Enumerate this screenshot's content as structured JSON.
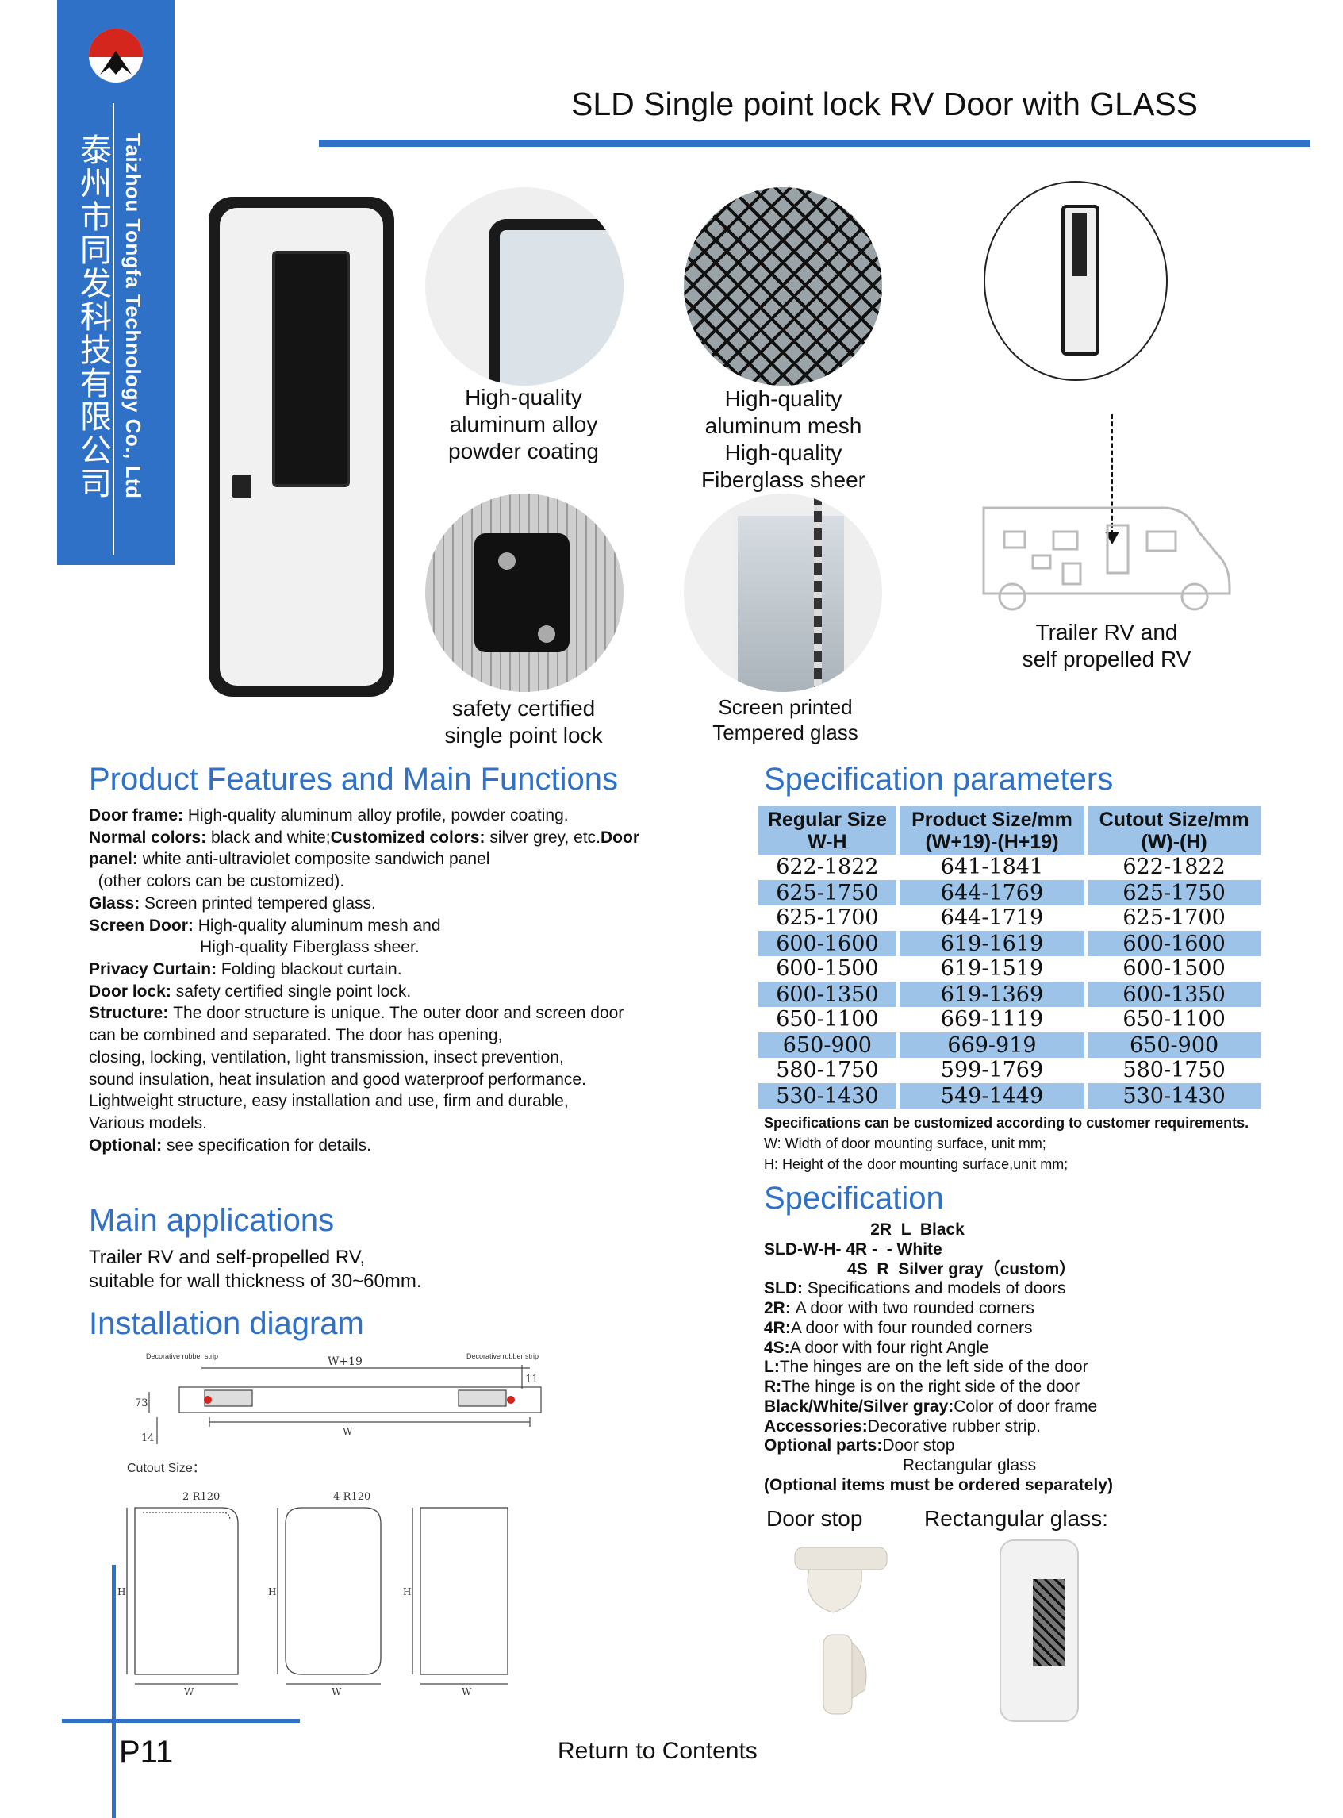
{
  "company": {
    "name_en": "Taizhou Tongfa Technology Co., Ltd",
    "name_cn": "泰州市同发科技有限公司"
  },
  "title": "SLD Single point lock RV Door with GLASS",
  "captions": {
    "alloy": "High-quality\naluminum alloy\npowder coating",
    "mesh": "High-quality\naluminum mesh\nHigh-quality\nFiberglass sheer",
    "lock": "safety certified\nsingle point lock",
    "glass": "Screen printed\nTempered glass",
    "rv": "Trailer RV and\nself propelled RV"
  },
  "features": {
    "heading": "Product Features and Main Functions",
    "lines": [
      [
        {
          "b": "Door frame: "
        },
        {
          "t": "High-quality aluminum alloy profile, powder coating."
        }
      ],
      [
        {
          "b": "Normal colors: "
        },
        {
          "t": "black and white;"
        },
        {
          "b": "Customized colors: "
        },
        {
          "t": "silver grey, etc."
        },
        {
          "b": "Door"
        }
      ],
      [
        {
          "b": "panel: "
        },
        {
          "t": "white anti-ultraviolet composite sandwich panel"
        }
      ],
      [
        {
          "t": "  (other colors can be customized)."
        }
      ],
      [
        {
          "b": "Glass: "
        },
        {
          "t": "Screen printed tempered glass."
        }
      ],
      [
        {
          "b": "Screen Door: "
        },
        {
          "t": "High-quality aluminum mesh and"
        }
      ],
      [
        {
          "t": "                        High-quality Fiberglass sheer."
        }
      ],
      [
        {
          "b": "Privacy Curtain: "
        },
        {
          "t": "Folding blackout curtain."
        }
      ],
      [
        {
          "b": "Door lock: "
        },
        {
          "t": "safety certified single point lock."
        }
      ],
      [
        {
          "b": "Structure: "
        },
        {
          "t": "The door structure is unique. The outer door and screen door"
        }
      ],
      [
        {
          "t": "can be combined and separated. The door has opening,"
        }
      ],
      [
        {
          "t": "closing, locking, ventilation, light transmission, insect prevention,"
        }
      ],
      [
        {
          "t": "sound insulation, heat insulation and good waterproof performance."
        }
      ],
      [
        {
          "t": "Lightweight structure, easy installation and use, firm and durable,"
        }
      ],
      [
        {
          "t": "Various models."
        }
      ],
      [
        {
          "b": "Optional: "
        },
        {
          "t": "see specification for details."
        }
      ]
    ]
  },
  "applications": {
    "heading": "Main applications",
    "lines": [
      "Trailer RV and self-propelled RV,",
      "suitable for wall thickness of 30~60mm."
    ]
  },
  "installation": {
    "heading": "Installation diagram",
    "labels": {
      "strip_left": "Decorative rubber strip",
      "strip_right": "Decorative rubber strip",
      "w19": "W+19",
      "w": "W",
      "d73": "73",
      "d14": "14",
      "d11": "11",
      "cutout": "Cutout Size：",
      "r2": "2-R120",
      "r4": "4-R120",
      "h": "H"
    }
  },
  "spec_params": {
    "heading": "Specification parameters",
    "headers": [
      [
        "Regular Size",
        "W-H"
      ],
      [
        "Product Size/mm",
        "(W+19)-(H+19)"
      ],
      [
        "Cutout Size/mm",
        "(W)-(H)"
      ]
    ],
    "rows": [
      [
        "622-1822",
        "641-1841",
        "622-1822"
      ],
      [
        "625-1750",
        "644-1769",
        "625-1750"
      ],
      [
        "625-1700",
        "644-1719",
        "625-1700"
      ],
      [
        "600-1600",
        "619-1619",
        "600-1600"
      ],
      [
        "600-1500",
        "619-1519",
        "600-1500"
      ],
      [
        "600-1350",
        "619-1369",
        "600-1350"
      ],
      [
        "650-1100",
        "669-1119",
        "650-1100"
      ],
      [
        "650-900",
        "669-919",
        "650-900"
      ],
      [
        "580-1750",
        "599-1769",
        "580-1750"
      ],
      [
        "530-1430",
        "549-1449",
        "530-1430"
      ]
    ],
    "note_bold": "Specifications can be customized according to customer requirements.",
    "note_w": "W: Width of door mounting surface, unit mm;",
    "note_h": "H: Height of the door mounting surface,unit mm;"
  },
  "specification": {
    "heading": "Specification",
    "code_lines": [
      "                       2R  L  Black",
      "SLD-W-H- 4R -  - White",
      "                  4S  R  Silver gray（custom）"
    ],
    "items": [
      [
        {
          "b": "SLD: "
        },
        {
          "t": "Specifications and models of doors"
        }
      ],
      [
        {
          "b": "2R: "
        },
        {
          "t": "A door with two rounded corners"
        }
      ],
      [
        {
          "b": "4R:"
        },
        {
          "t": "A door with four rounded corners"
        }
      ],
      [
        {
          "b": "4S:"
        },
        {
          "t": "A door with four right Angle"
        }
      ],
      [
        {
          "b": "L:"
        },
        {
          "t": "The hinges are on the left side of the door"
        }
      ],
      [
        {
          "b": "R:"
        },
        {
          "t": "The hinge is on the right side of the door"
        }
      ],
      [
        {
          "b": "Black/White/Silver gray:"
        },
        {
          "t": "Color of door frame"
        }
      ],
      [
        {
          "b": "Accessories:"
        },
        {
          "t": "Decorative rubber strip."
        }
      ],
      [
        {
          "b": "Optional parts:"
        },
        {
          "t": "Door stop"
        }
      ],
      [
        {
          "t": "                              Rectangular glass"
        }
      ],
      [
        {
          "b": "(Optional items must be ordered separately)"
        }
      ]
    ]
  },
  "optional": {
    "door_stop": "Door stop",
    "rect_glass": "Rectangular glass:"
  },
  "footer": {
    "page": "P11",
    "return": "Return to Contents"
  },
  "colors": {
    "brand_blue": "#2f71c6",
    "table_blue": "#9dc3e8"
  }
}
